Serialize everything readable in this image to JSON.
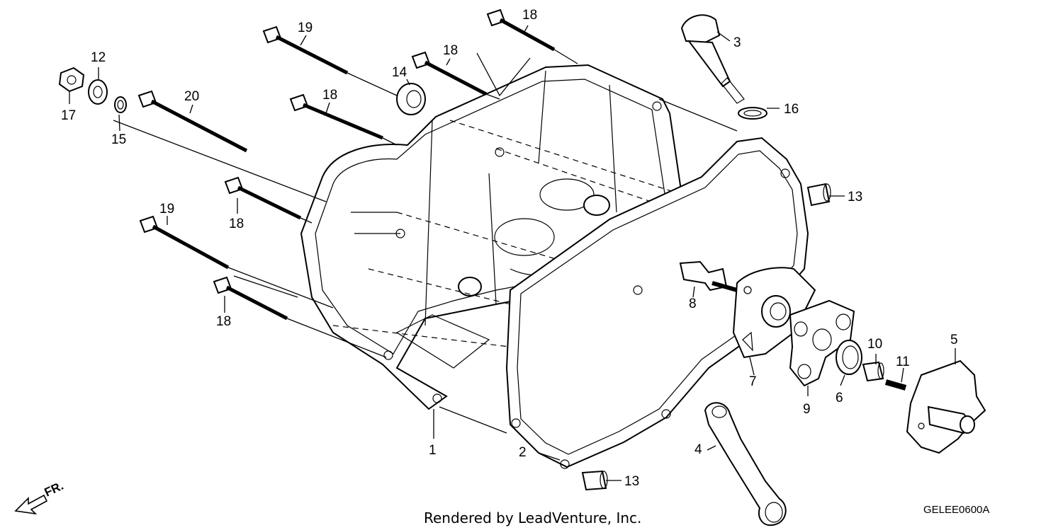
{
  "diagram": {
    "callouts": {
      "c1": "1",
      "c2": "2",
      "c3": "3",
      "c4": "4",
      "c5": "5",
      "c6": "6",
      "c7": "7",
      "c8": "8",
      "c9": "9",
      "c10": "10",
      "c11": "11",
      "c12": "12",
      "c13a": "13",
      "c13b": "13",
      "c14": "14",
      "c15": "15",
      "c16": "16",
      "c17": "17",
      "c18a": "18",
      "c18b": "18",
      "c18c": "18",
      "c18d": "18",
      "c18e": "18",
      "c19a": "19",
      "c19b": "19",
      "c20": "20"
    },
    "direction_label": "FR.",
    "footer_text": "Rendered by LeadVenture, Inc.",
    "diagram_code": "GELEE0600A"
  }
}
